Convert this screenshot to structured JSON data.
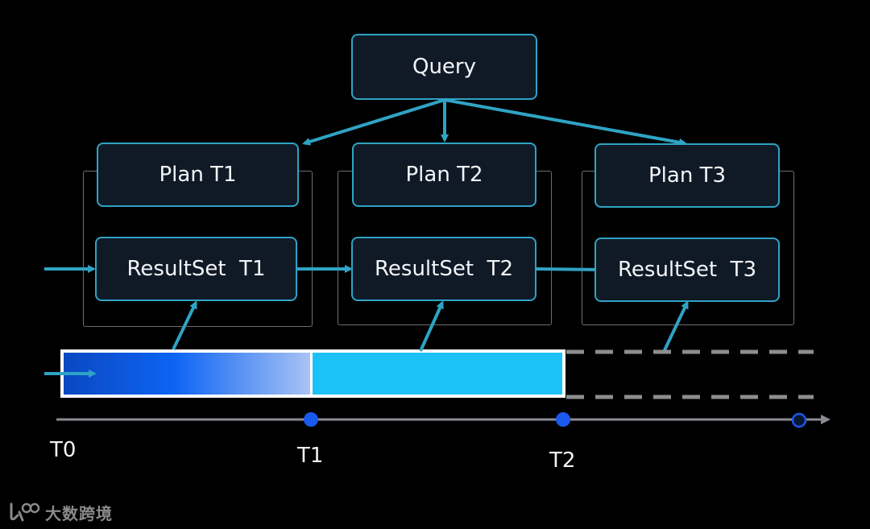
{
  "nodes": {
    "query": "Query",
    "plans": [
      "Plan T1",
      "Plan T2",
      "Plan T3"
    ],
    "resultsets": [
      "ResultSet  T1",
      "ResultSet  T2",
      "ResultSet  T3"
    ]
  },
  "timeline": {
    "labels": [
      "T0",
      "T1",
      "T2"
    ]
  },
  "colors": {
    "arrow": "#2fa3c4",
    "box_border": "#2fa3c4",
    "box_fill": "#101a27",
    "frame": "#6e6e72",
    "segment_t0_t1_start": "#0a48c2",
    "segment_t0_t1_end": "#a9c3f5",
    "segment_t1_t2": "#1cc1f8",
    "timeline_dot": "#1a58f0",
    "dashed": "#8e8e8e"
  },
  "watermark": {
    "text": "大数跨境",
    "logo_icon": "watermark-logo-icon"
  }
}
